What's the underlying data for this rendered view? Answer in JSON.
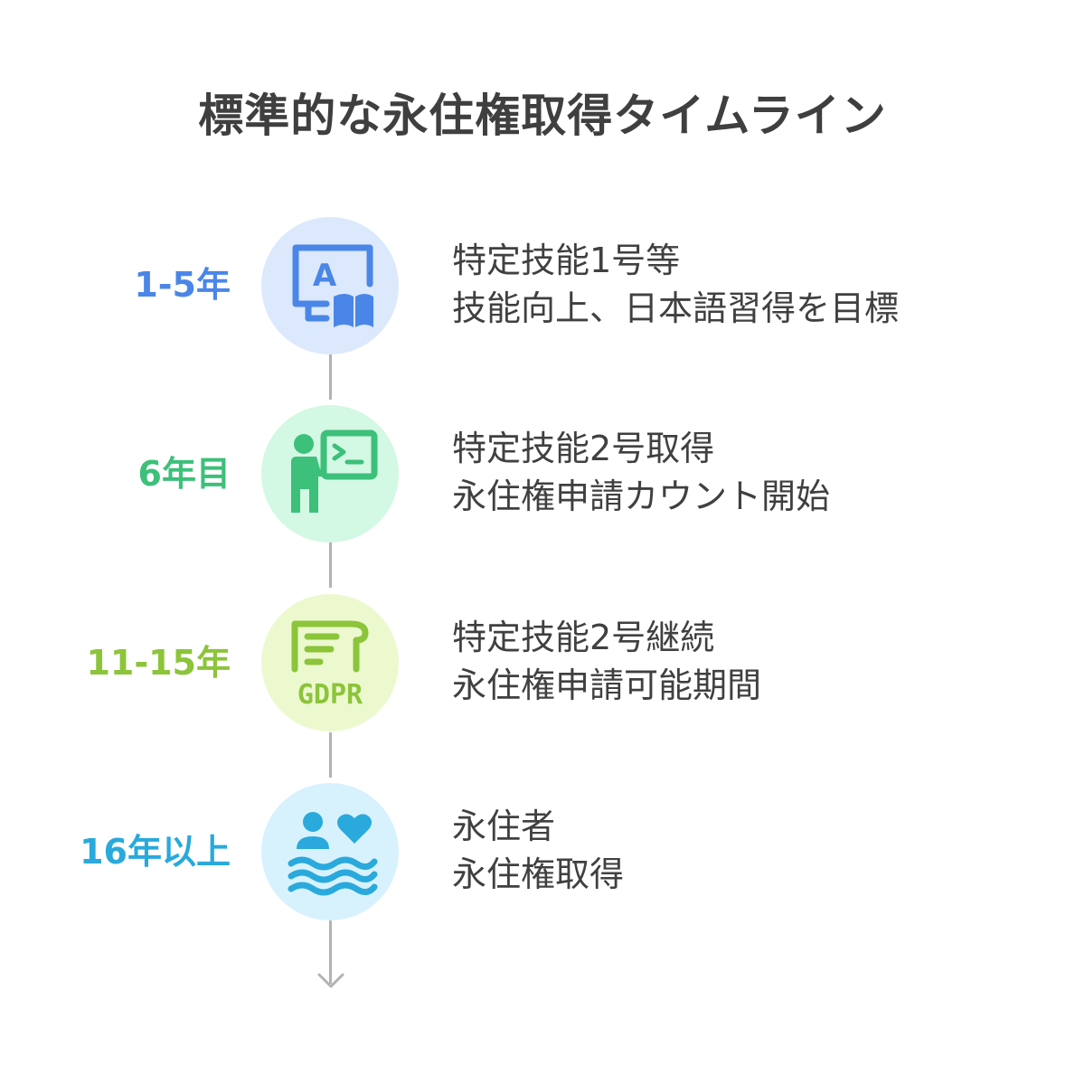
{
  "title": "標準的な永住権取得タイムライン",
  "steps": [
    {
      "period": "1-5年",
      "color": "#4a86e8",
      "circle_bg": "#dce8fc",
      "icon": "language-learning-icon",
      "lines": [
        "特定技能1号等",
        "技能向上、日本語習得を目標"
      ]
    },
    {
      "period": "6年目",
      "color": "#3cc07a",
      "circle_bg": "#d3f8e4",
      "icon": "presenter-terminal-icon",
      "lines": [
        "特定技能2号取得",
        "永住権申請カウント開始"
      ]
    },
    {
      "period": "11-15年",
      "color": "#8cc43a",
      "circle_bg": "#ecf9cf",
      "icon": "gdpr-document-icon",
      "icon_text": "GDPR",
      "lines": [
        "特定技能2号継続",
        "永住権申請可能期間"
      ]
    },
    {
      "period": "16年以上",
      "color": "#29a9dc",
      "circle_bg": "#d7f2fc",
      "icon": "person-heart-waves-icon",
      "lines": [
        "永住者",
        "永住権取得"
      ]
    }
  ]
}
